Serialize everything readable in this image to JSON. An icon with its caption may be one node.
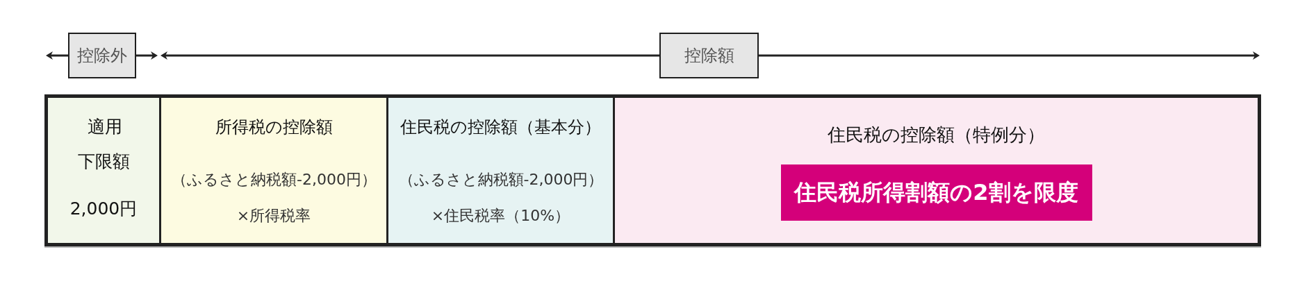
{
  "diagram": {
    "nodes": [
      {
        "text": [
          "控除外"
        ]
      },
      {
        "text": [
          "控除額"
        ]
      },
      {
        "text": [
          "適用下限額",
          "2,000円"
        ]
      },
      {
        "text": [
          "所得税の控除額",
          "（ふるさと納税額-2,000円）×所得税率"
        ]
      },
      {
        "text": [
          "住民税の控除額（基本分）",
          "（ふるさと納税額-2,000円）×住民税率（10%）"
        ]
      },
      {
        "text": [
          "住民税の控除額（特例分）"
        ]
      },
      {
        "text": [
          "住民税所得割額の2割を限度"
        ],
        "in": 5
      }
    ]
  }
}
